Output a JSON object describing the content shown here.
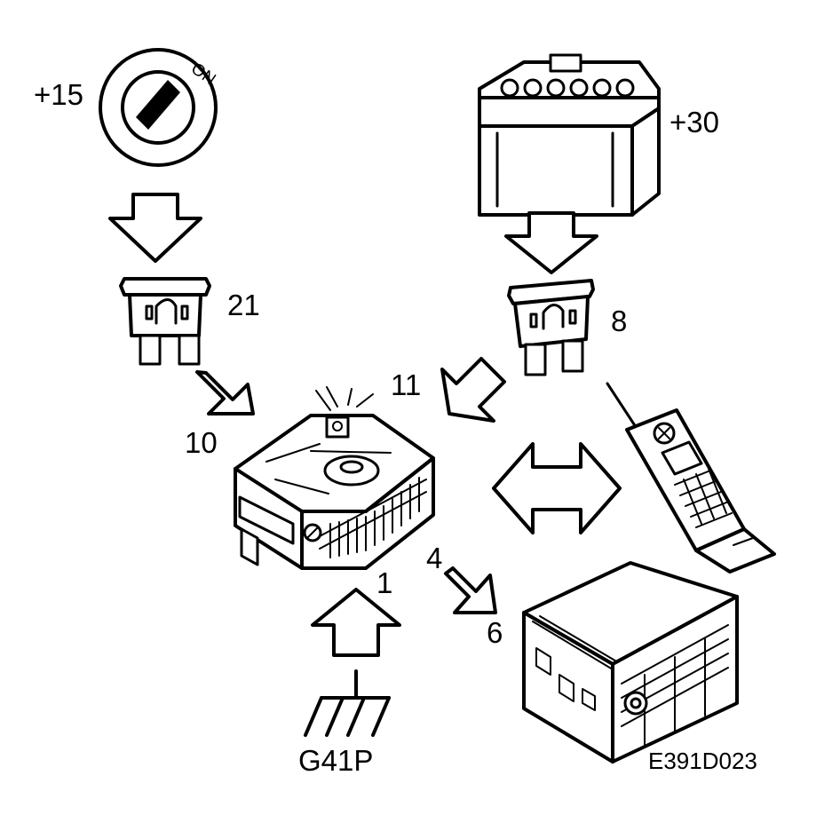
{
  "labels": {
    "ignition": "+15",
    "ignition_switch_text": "ON",
    "battery": "+30",
    "fuse_left": "21",
    "fuse_right": "8",
    "control_unit": "10",
    "pin_11": "11",
    "pin_1": "1",
    "pin_4": "4",
    "radio": "6",
    "ground": "G41P",
    "figure_code": "E391D023"
  },
  "colors": {
    "ink": "#000000",
    "paper": "#ffffff"
  }
}
